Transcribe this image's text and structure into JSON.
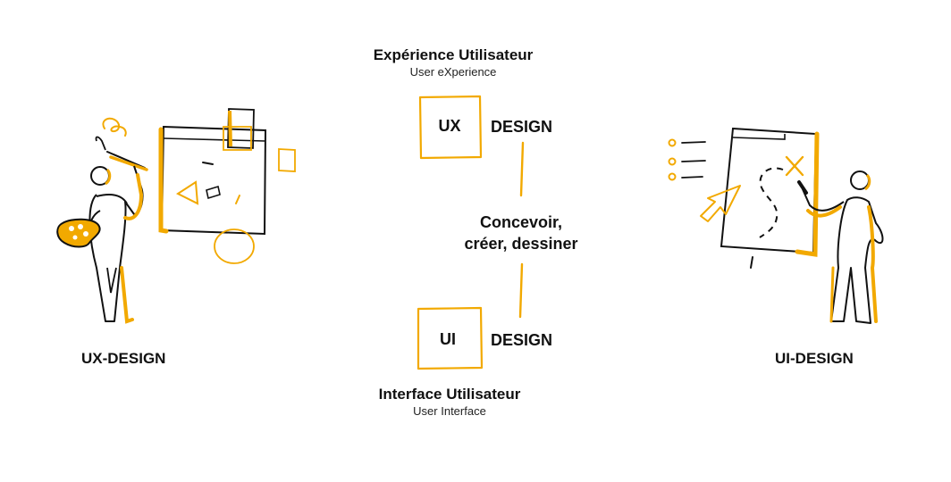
{
  "top": {
    "title": "Expérience Utilisateur",
    "subtitle": "User eXperience"
  },
  "ux_box": {
    "label": "UX",
    "word": "DESIGN"
  },
  "middle": {
    "line1": "Concevoir,",
    "line2": "créer, dessiner"
  },
  "ui_box": {
    "label": "UI",
    "word": "DESIGN"
  },
  "bottom": {
    "title": "Interface Utilisateur",
    "subtitle": "User Interface"
  },
  "left_caption": "UX-DESIGN",
  "right_caption": "UI-DESIGN",
  "colors": {
    "accent": "#F2A900",
    "ink": "#111111"
  }
}
